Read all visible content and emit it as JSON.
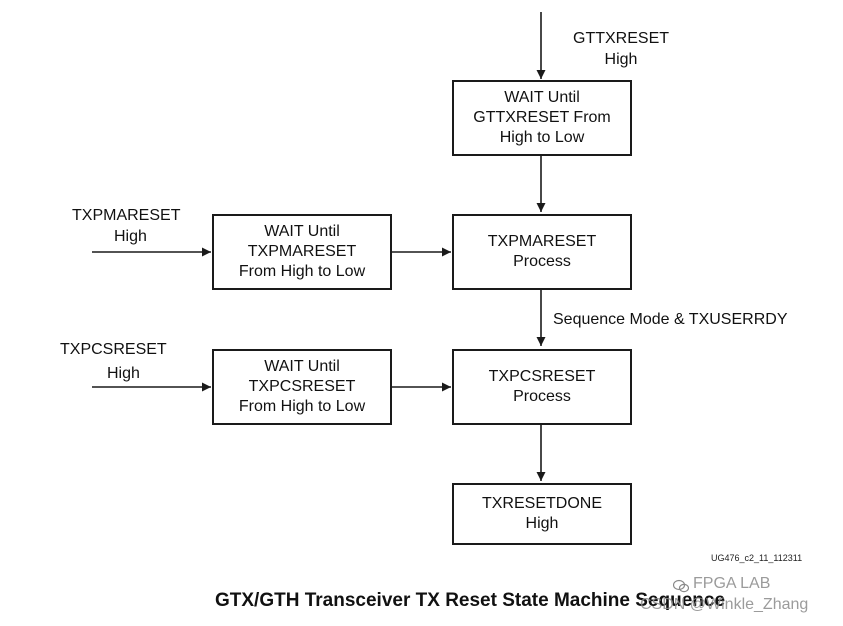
{
  "inputs": {
    "gttxreset": {
      "line1": "GTTXRESET",
      "line2": "High"
    },
    "txpmareset": {
      "line1": "TXPMARESET",
      "line2": "High"
    },
    "txpcsreset": {
      "line1": "TXPCSRESET",
      "line2": "High"
    }
  },
  "boxes": {
    "wait_gttx": [
      "WAIT Until",
      "GTTXRESET From",
      "High to Low"
    ],
    "wait_pma": [
      "WAIT Until",
      "TXPMARESET",
      "From High to Low"
    ],
    "pma_process": [
      "TXPMARESET",
      "Process"
    ],
    "wait_pcs": [
      "WAIT Until",
      "TXPCSRESET",
      "From High to Low"
    ],
    "pcs_process": [
      "TXPCSRESET",
      "Process"
    ],
    "done": [
      "TXRESETDONE",
      "High"
    ]
  },
  "edge_label": "Sequence Mode & TXUSERRDY",
  "figure_id": "UG476_c2_11_112311",
  "caption": "GTX/GTH Transceiver TX Reset State Machine Sequence",
  "watermark": {
    "line1": "FPGA LAB",
    "line2": "CSDN @Winkle_Zhang"
  },
  "colors": {
    "line": "#1a1a1a",
    "watermark": "#8a8a8a"
  }
}
